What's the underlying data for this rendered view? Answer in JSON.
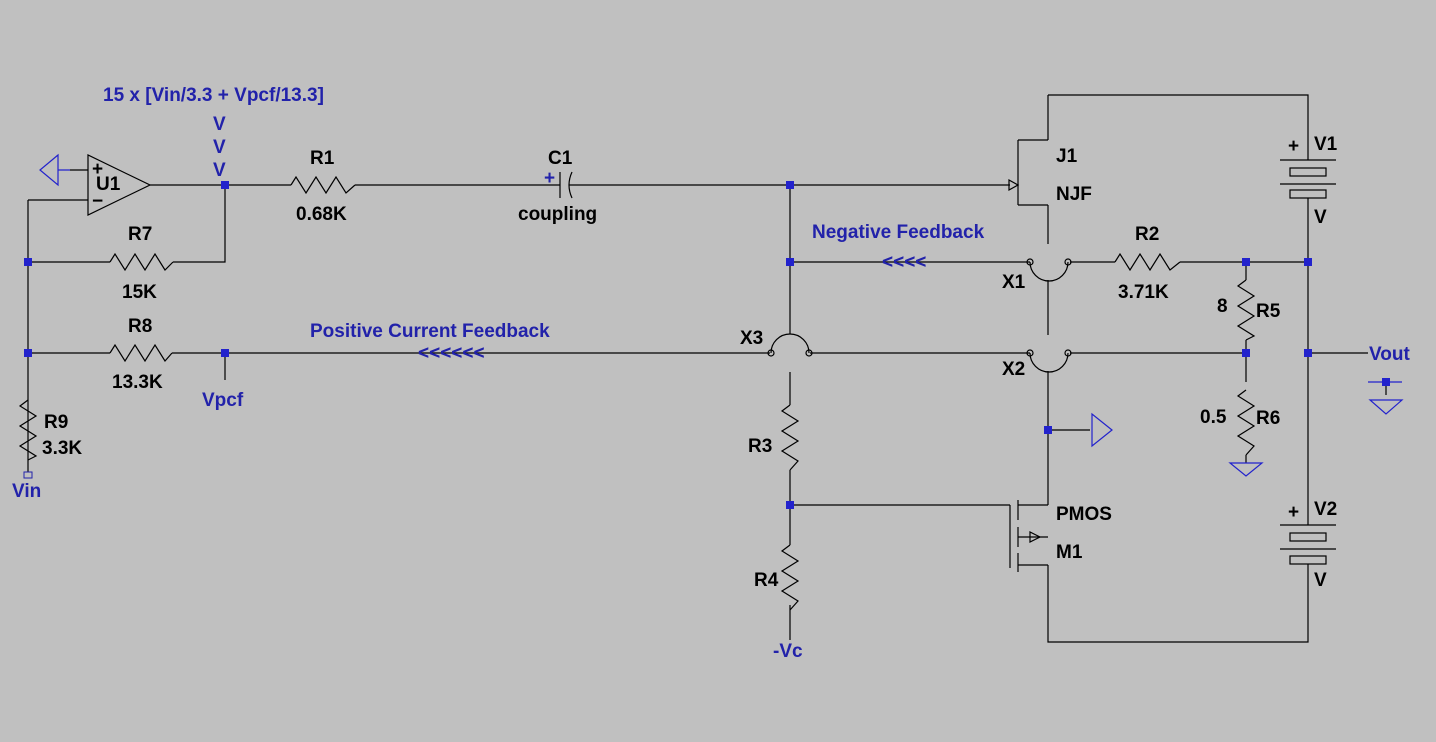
{
  "components": {
    "u1": {
      "ref": "U1"
    },
    "r1": {
      "ref": "R1",
      "value": "0.68K"
    },
    "c1": {
      "ref": "C1",
      "value": "coupling"
    },
    "r7": {
      "ref": "R7",
      "value": "15K"
    },
    "r8": {
      "ref": "R8",
      "value": "13.3K"
    },
    "r9": {
      "ref": "R9",
      "value": "3.3K"
    },
    "r2": {
      "ref": "R2",
      "value": "3.71K"
    },
    "r3": {
      "ref": "R3"
    },
    "r4": {
      "ref": "R4"
    },
    "r5": {
      "ref": "R5",
      "value": "8"
    },
    "r6": {
      "ref": "R6",
      "value": "0.5"
    },
    "j1": {
      "ref": "J1",
      "model": "NJF"
    },
    "m1": {
      "ref": "M1",
      "model": "PMOS"
    },
    "v1": {
      "ref": "V1",
      "value": "V"
    },
    "v2": {
      "ref": "V2",
      "value": "V"
    }
  },
  "crossings": {
    "x1": "X1",
    "x2": "X2",
    "x3": "X3"
  },
  "annotations": {
    "formula": "15 x [Vin/3.3 + Vpcf/13.3]",
    "v_marks": [
      "V",
      "V",
      "V"
    ],
    "negative_feedback": "Negative Feedback",
    "negative_arrows": "<<<<",
    "positive_feedback": "Positive Current Feedback",
    "positive_arrows": "<<<<<<"
  },
  "nets": {
    "vin": "Vin",
    "vpcf": "Vpcf",
    "vout": "Vout",
    "neg_vc": "-Vc"
  },
  "colors": {
    "background": "#c0c0c0",
    "wire": "#000000",
    "net_label": "#2222aa",
    "node": "#2222cc"
  }
}
